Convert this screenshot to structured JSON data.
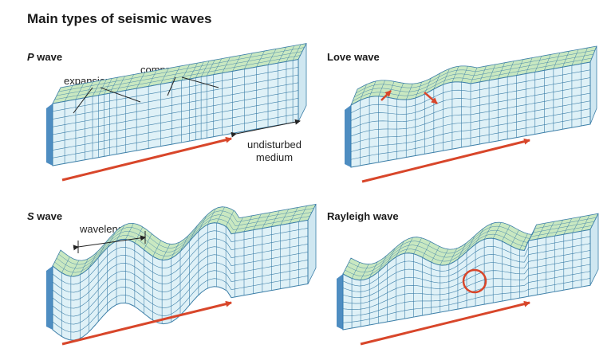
{
  "title": "Main types of seismic waves",
  "colors": {
    "grid_face": "#dff1f7",
    "grid_line": "#3d7fa8",
    "top_face": "#c9e8c1",
    "side_shadow": "#2f79b6",
    "arrow": "#d8462a"
  },
  "panels": {
    "p_wave": {
      "name_letter": "P",
      "name_rest": " wave",
      "label_expansions": "expansions",
      "label_compressions": "compressions",
      "label_undisturbed_1": "undisturbed",
      "label_undisturbed_2": "medium"
    },
    "love_wave": {
      "name": "Love wave"
    },
    "s_wave": {
      "name_letter": "S",
      "name_rest": " wave",
      "label_wavelength": "wavelength"
    },
    "rayleigh_wave": {
      "name": "Rayleigh wave"
    }
  }
}
